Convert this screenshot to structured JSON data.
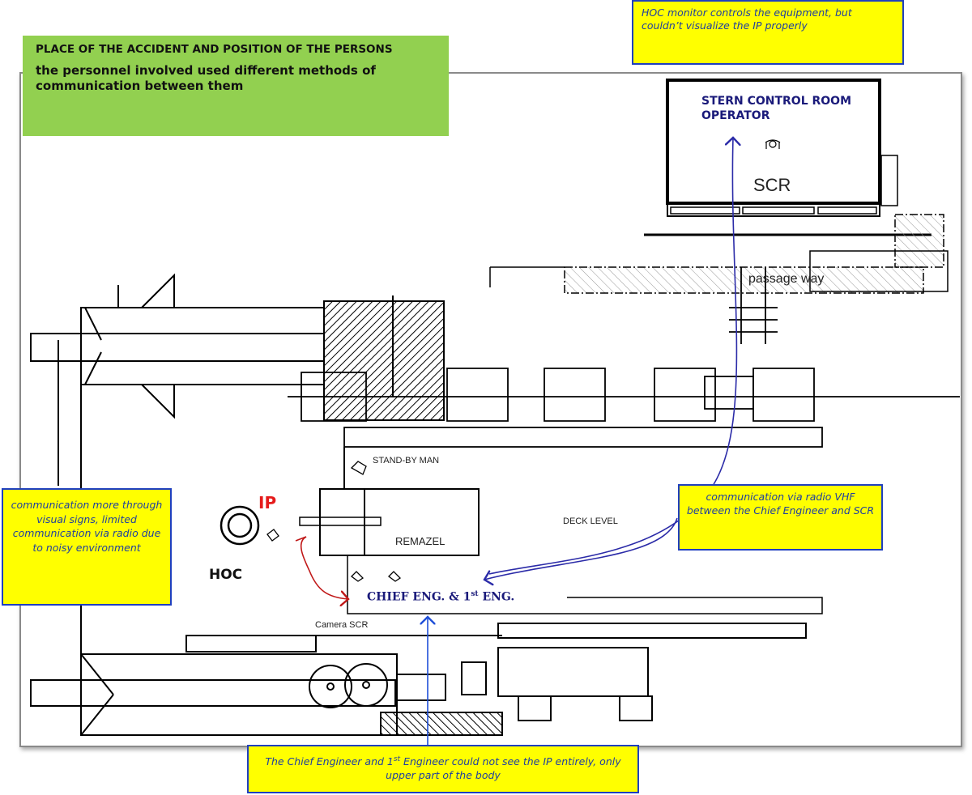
{
  "header": {
    "title": "PLACE OF THE ACCIDENT AND POSITION OF THE PERSONS",
    "subtitle": "the personnel involved used different methods of communication between them"
  },
  "callouts": {
    "top_right": "HOC monitor controls the equipment, but couldn’t visualize the IP properly",
    "left": "communication more through visual signs, limited communication via radio due to noisy environment",
    "right": "communication via radio VHF between the Chief Engineer and SCR",
    "bottom_pre": "The Chief Engineer and 1",
    "bottom_sup": "st",
    "bottom_post": " Engineer could not see the IP  entirely, only upper part of the body"
  },
  "labels": {
    "scr_operator": "STERN CONTROL ROOM OPERATOR",
    "scr": "SCR",
    "passage_way": "passage way",
    "stand_by_man": "STAND-BY MAN",
    "deck_level": "DECK LEVEL",
    "remazel": "REMAZEL",
    "camera_scr": "Camera SCR",
    "ip": "IP",
    "hoc": "HOC",
    "chief_pre": "CHIEF ENG. & 1",
    "chief_sup": "st",
    "chief_post": " ENG."
  },
  "colors": {
    "title_bg": "#92d050",
    "callout_bg": "#ffff00",
    "callout_border": "#1f3fbf",
    "callout_text": "#1f3f9f",
    "arrow_blue": "#2b2ba8",
    "arrow_red": "#c01818",
    "ip_red": "#e51b1b",
    "label_navy": "#1a1a7a"
  }
}
